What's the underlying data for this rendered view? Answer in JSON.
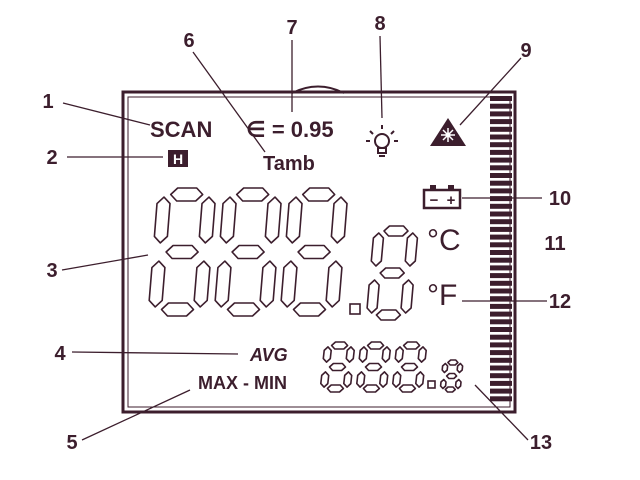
{
  "lcd": {
    "scan": "SCAN",
    "emissivity": "∈ = 0.95",
    "tamb": "Tamb",
    "hold": "H",
    "celsius": "°C",
    "fahrenheit": "°F",
    "avg": "AVG",
    "max_min": "MAX - MIN",
    "battery_minus": "−",
    "battery_plus": "+"
  },
  "callouts": [
    "1",
    "2",
    "3",
    "4",
    "5",
    "6",
    "7",
    "8",
    "9",
    "10",
    "11",
    "12",
    "13"
  ],
  "colors": {
    "ink": "#3c1e2d",
    "background": "#ffffff"
  }
}
